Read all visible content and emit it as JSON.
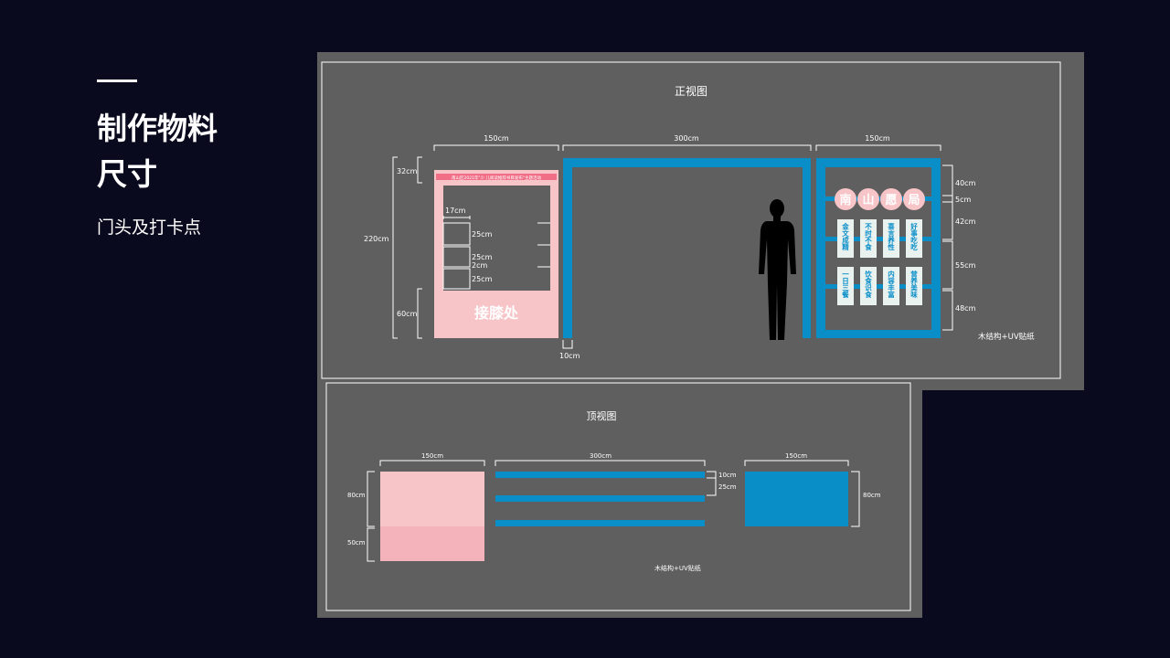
{
  "heading": {
    "line1": "制作物料",
    "line2": "尺寸"
  },
  "subheading": "门头及打卡点",
  "front_view": {
    "title": "正视图",
    "widths": [
      "150cm",
      "300cm",
      "150cm"
    ],
    "left_heights": [
      "32cm",
      "220cm",
      "60cm"
    ],
    "inner": [
      "17cm",
      "25cm",
      "25cm",
      "2cm",
      "25cm"
    ],
    "post_width": "10cm",
    "right_heights": [
      "40cm",
      "5cm",
      "42cm",
      "55cm",
      "48cm"
    ],
    "material": "木结构+UV贴纸",
    "banner_text": "南山区2021年\"少 儿阅读推荐书目发布\"主题活动",
    "desk_text": "接膝处",
    "sign_chars": [
      "南",
      "山",
      "愿",
      "局"
    ],
    "panels_row1": [
      "金文成精",
      "不时不食",
      "喜言养性",
      "好事吃吃"
    ],
    "panels_row2": [
      "一日三餐",
      "饮食识食",
      "内容丰富",
      "营养美味"
    ]
  },
  "top_view": {
    "title": "顶视图",
    "widths": [
      "150cm",
      "300cm",
      "150cm"
    ],
    "left_heights": [
      "80cm",
      "50cm"
    ],
    "bar_dims": [
      "10cm",
      "25cm"
    ],
    "right_height": "80cm",
    "material": "木结构+UV贴纸"
  },
  "colors": {
    "background": "#0a0a1e",
    "board": "#5f5f5f",
    "pink": "#f7c4c8",
    "pink_dark": "#f4b2ba",
    "blue": "#0a8ec8"
  }
}
